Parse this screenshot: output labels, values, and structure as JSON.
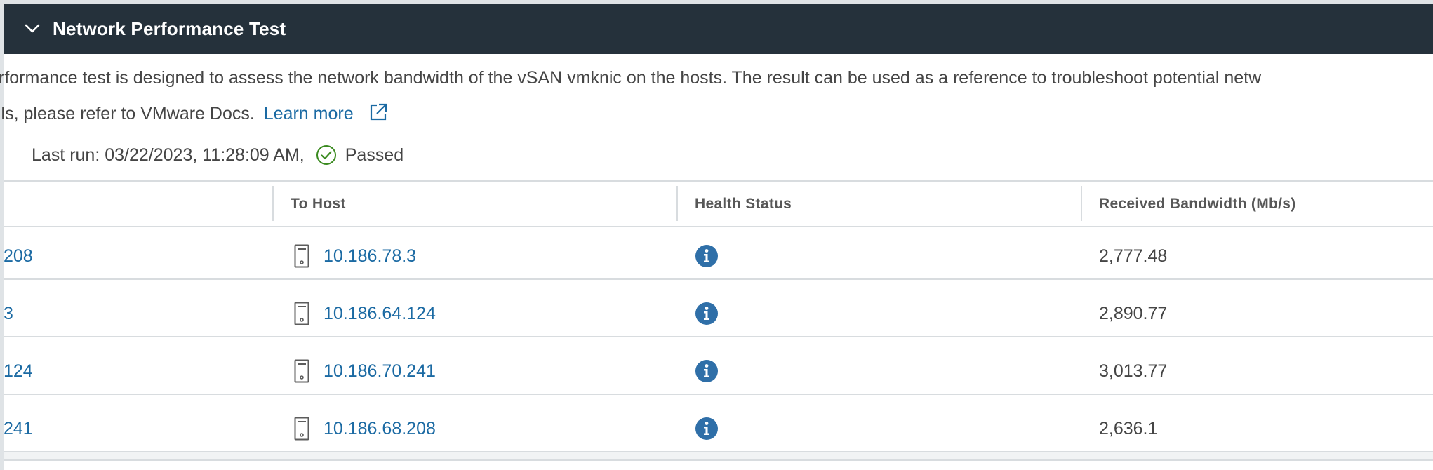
{
  "panel": {
    "title": "Network Performance Test",
    "description_line1": "rformance test is designed to assess the network bandwidth of the vSAN vmknic on the hosts. The result can be used as a reference to troubleshoot potential netw",
    "description_line2_prefix": "ils, please refer to VMware Docs.",
    "learn_more": "Learn more",
    "last_run": "Last run: 03/22/2023, 11:28:09 AM,",
    "status": "Passed"
  },
  "table": {
    "columns": [
      "To Host",
      "Health Status",
      "Received Bandwidth (Mb/s)"
    ],
    "rows": [
      {
        "from": "208",
        "to": "10.186.78.3",
        "health": "info-icon",
        "bandwidth": "2,777.48"
      },
      {
        "from": "3",
        "to": "10.186.64.124",
        "health": "info-icon",
        "bandwidth": "2,890.77"
      },
      {
        "from": "124",
        "to": "10.186.70.241",
        "health": "info-icon",
        "bandwidth": "3,013.77"
      },
      {
        "from": "241",
        "to": "10.186.68.208",
        "health": "info-icon",
        "bandwidth": "2,636.1"
      }
    ]
  },
  "colors": {
    "header_bg": "#25313b",
    "link": "#1b6aa3",
    "info_icon": "#2f6fa8",
    "passed_icon": "#3a8a1f",
    "text": "#454545"
  }
}
